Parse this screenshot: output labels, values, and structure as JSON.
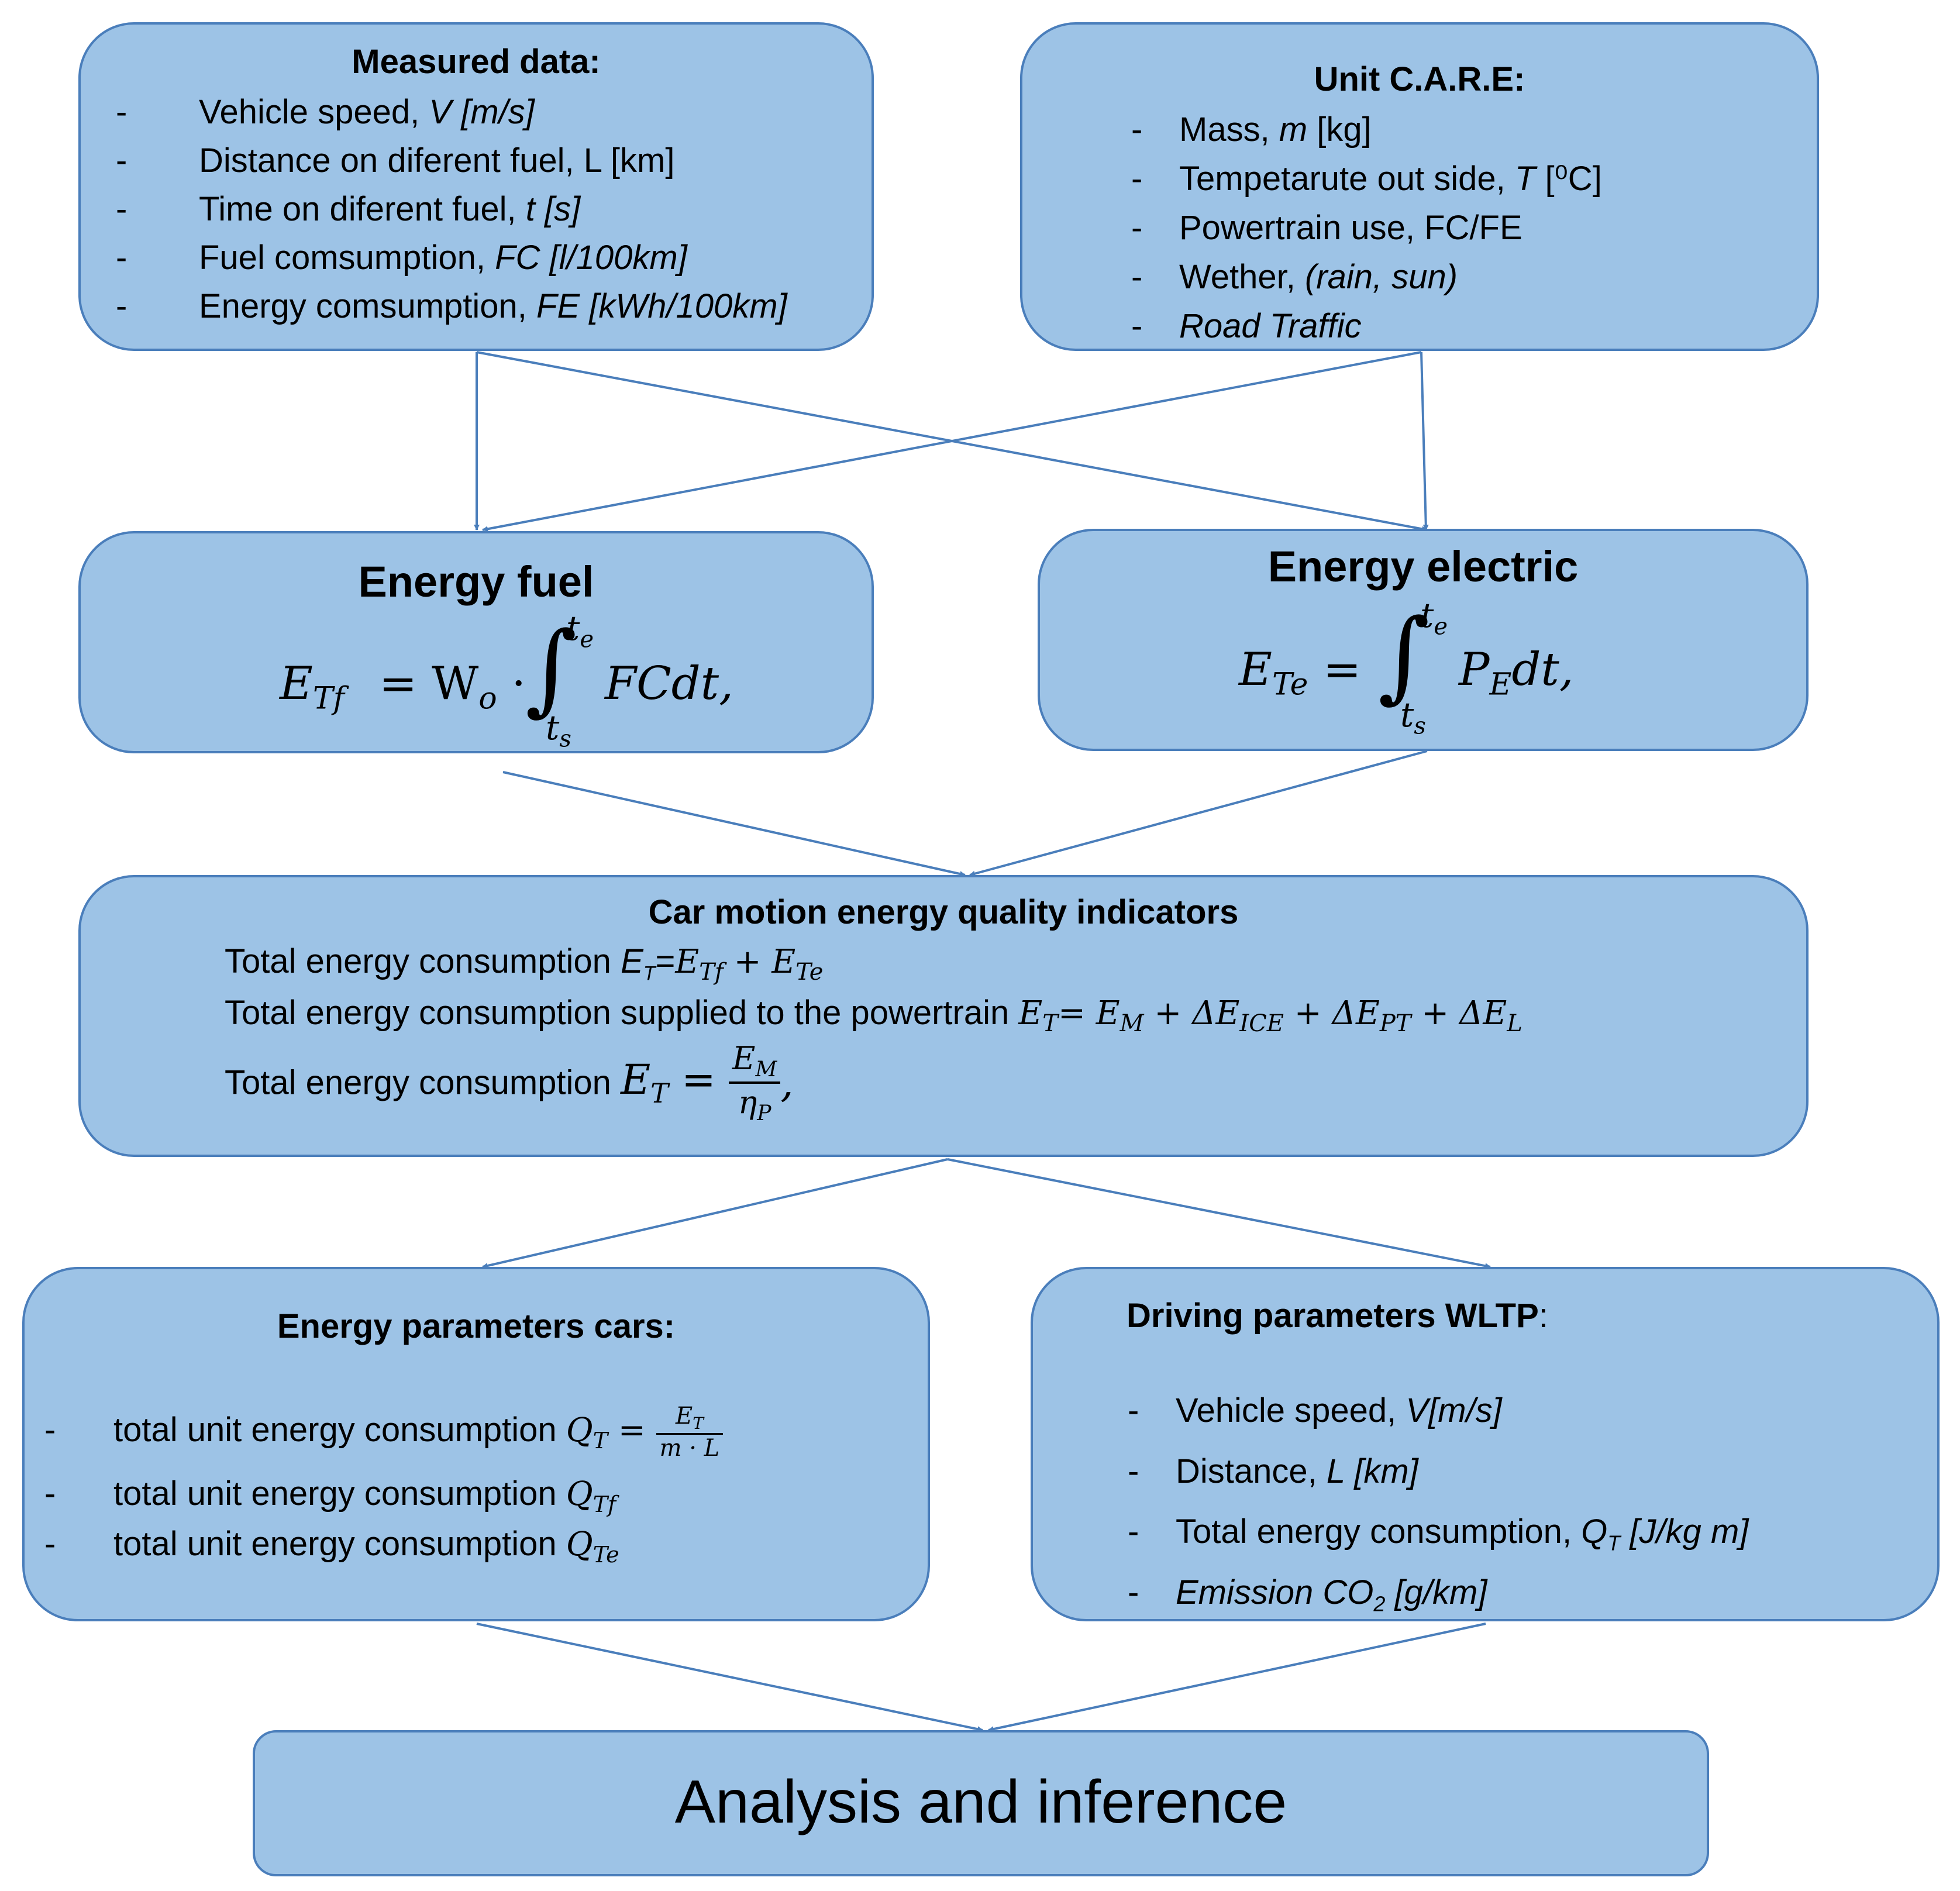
{
  "measured": {
    "title": "Measured data:",
    "items": [
      {
        "text": "Vehicle speed, ",
        "italic": "V [m/s]"
      },
      {
        "text": "Distance on diferent fuel,  L [km]",
        "italic": ""
      },
      {
        "text": "Time on diferent fuel, ",
        "italic": "t [s]"
      },
      {
        "text": "Fuel comsumption, ",
        "italic": "FC [l/100km]"
      },
      {
        "text": "Energy comsumption, ",
        "italic": "FE [kWh/100km]"
      }
    ]
  },
  "care": {
    "title": "Unit C.A.R.E:",
    "items": [
      {
        "pre": "Mass, ",
        "ital": "m",
        "post": " [kg]"
      },
      {
        "pre": "Tempetarute out side, ",
        "ital": "T",
        "post": " [⁰C]"
      },
      {
        "pre": "Powertrain use, FC/FE",
        "ital": "",
        "post": ""
      },
      {
        "pre": "Wether, ",
        "ital": "(rain, sun)",
        "post": ""
      },
      {
        "pre": "",
        "ital": "Road Traffic",
        "post": ""
      }
    ]
  },
  "energy_fuel": {
    "title": "Energy fuel",
    "lhs": "E",
    "lhs_sub": "Tf",
    "eq": "= W",
    "w_sub": "o",
    "dot": " · ",
    "integral": "∫",
    "upper": "t",
    "upper_sub": "e",
    "lower": "t",
    "lower_sub": "s",
    "integrand": "FCdt,"
  },
  "energy_electric": {
    "title": "Energy electric",
    "lhs": "E",
    "lhs_sub": "Te",
    "eq": "=",
    "integral": "∫",
    "upper": "t",
    "upper_sub": "e",
    "lower": "t",
    "lower_sub": "s",
    "integrand_p": "P",
    "integrand_p_sub": "E",
    "integrand_rest": "dt,"
  },
  "indicators": {
    "title": "Car motion energy quality indicators",
    "line1_text": "Total energy consumption ",
    "line1_e": "E",
    "line1_e_sub": "T",
    "line1_eq": "=",
    "line1_e1": "E",
    "line1_e1_sub": "Tf",
    "line1_plus": " + ",
    "line1_e2": "E",
    "line1_e2_sub": "Te",
    "line2_text": "Total energy consumption supplied to the powertrain ",
    "line2_e": "E",
    "line2_e_sub": "T",
    "line2_eq": "= ",
    "line2_em": "E",
    "line2_em_sub": "M",
    "line2_p1": " + ΔE",
    "line2_p1_sub": "ICE",
    "line2_p2": " + ΔE",
    "line2_p2_sub": "PT",
    "line2_p3": " + ΔE",
    "line2_p3_sub": "L",
    "line3_text": "Total energy consumption ",
    "line3_e": "E",
    "line3_e_sub": "T",
    "line3_eq": " = ",
    "line3_num": "E",
    "line3_num_sub": "M",
    "line3_den": "η",
    "line3_den_sub": "P",
    "line3_end": ","
  },
  "energy_params": {
    "title": "Energy parameters cars:",
    "item1_text": "total unit energy consumption ",
    "item1_q": "Q",
    "item1_q_sub": "T",
    "item1_eq": " = ",
    "item1_num": "E",
    "item1_num_sub": "T",
    "item1_den": "m · L",
    "item2_text": "total unit energy consumption ",
    "item2_q": "Q",
    "item2_q_sub": "Tf",
    "item3_text": "total unit energy consumption ",
    "item3_q": "Q",
    "item3_q_sub": "Te"
  },
  "wltp": {
    "title": "Driving parameters WLTP",
    "title_colon": ":",
    "items": [
      {
        "pre": "Vehicle speed, ",
        "ital": "V[m/s]",
        "sub": "",
        "after": ""
      },
      {
        "pre": "Distance, ",
        "ital": "L [km]",
        "sub": "",
        "after": ""
      },
      {
        "pre": "Total energy consumption, ",
        "ital": "Q",
        "sub": "T",
        "after": " [J/kg m]"
      },
      {
        "pre": "",
        "ital": "Emission CO",
        "sub": "2",
        "after": " [g/km]"
      }
    ]
  },
  "analysis": {
    "title": "Analysis and inference"
  },
  "colors": {
    "box_fill": "#9dc3e6",
    "box_border": "#4a7ebb",
    "arrow": "#4a7ebb"
  }
}
